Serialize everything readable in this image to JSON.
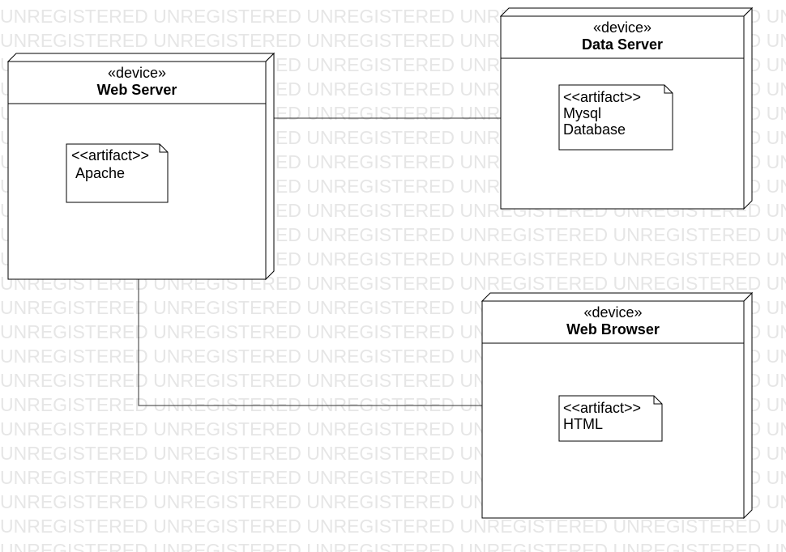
{
  "watermark_text": "UNREGISTERED",
  "nodes": {
    "web_server": {
      "stereotype": "«device»",
      "name": "Web Server",
      "artifact": {
        "stereotype": "<<artifact>>",
        "name": "Apache"
      }
    },
    "data_server": {
      "stereotype": "«device»",
      "name": "Data Server",
      "artifact": {
        "stereotype": "<<artifact>>",
        "name_line1": "Mysql",
        "name_line2": "Database"
      }
    },
    "web_browser": {
      "stereotype": "«device»",
      "name": "Web Browser",
      "artifact": {
        "stereotype": "<<artifact>>",
        "name": "HTML"
      }
    }
  },
  "connections": [
    {
      "from": "Web Server",
      "to": "Data Server"
    },
    {
      "from": "Web Server",
      "to": "Web Browser"
    }
  ]
}
